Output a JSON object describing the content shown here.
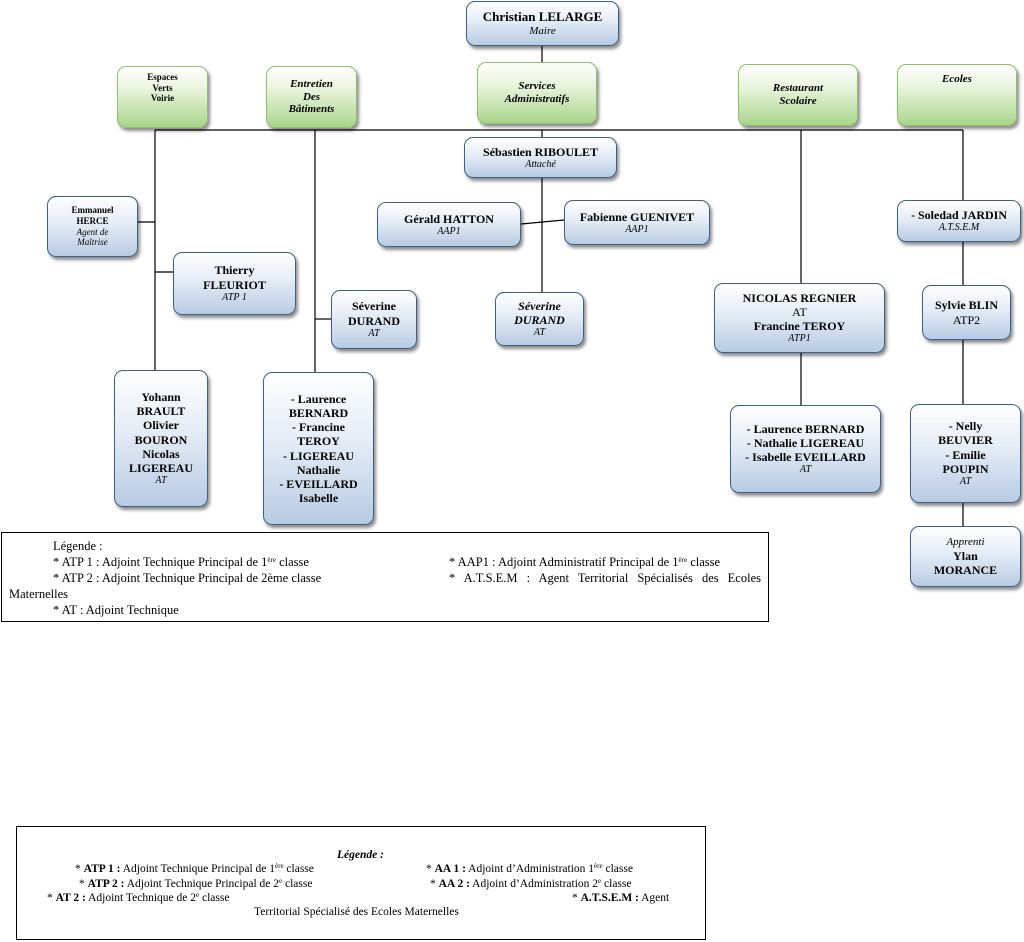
{
  "mayor": {
    "name": "Christian LELARGE",
    "title": "Maire"
  },
  "services": [
    {
      "label": "Espaces\nVerts\nVoirie"
    },
    {
      "label": "Entretien\nDes\nBâtiments"
    },
    {
      "label": "Services\nAdministratifs"
    },
    {
      "label": "Restaurant\nScolaire"
    },
    {
      "label": "Ecoles"
    }
  ],
  "admin_chief": {
    "name": "Sébastien RIBOULET",
    "title": "Attaché"
  },
  "admin_staff": [
    {
      "name": "Gérald HATTON",
      "title": "AAP1"
    },
    {
      "name": "Fabienne GUENIVET",
      "title": "AAP1"
    },
    {
      "name": "Séverine\nDURAND",
      "title": "AT"
    }
  ],
  "espaces": {
    "herce": {
      "name": "Emmanuel\nHERCE",
      "title": "Agent de\nMaîtrise"
    },
    "fleuriot": {
      "name": "Thierry\nFLEURIOT",
      "title": "ATP 1"
    },
    "team": {
      "name": "Yohann\nBRAULT\nOlivier\nBOURON\nNicolas\nLIGEREAU",
      "title": "AT"
    }
  },
  "batiments": {
    "durand": {
      "name": "Séverine\nDURAND",
      "title": "AT"
    },
    "team": {
      "name": "- Laurence\nBERNARD\n- Francine\nTEROY\n- LIGEREAU\nNathalie\n- EVEILLARD\nIsabelle"
    }
  },
  "restaurant": {
    "lead": {
      "name1": "NICOLAS REGNIER",
      "title1": "AT",
      "name2": "Francine TEROY",
      "title2": "ATP1"
    },
    "team": {
      "name": "- Laurence BERNARD\n- Nathalie LIGEREAU\n- Isabelle EVEILLARD",
      "title": "AT"
    }
  },
  "ecoles": {
    "jardin": {
      "name": "- Soledad JARDIN",
      "title": "A.T.S.E.M"
    },
    "blin": {
      "name": "Sylvie BLIN",
      "title": "ATP2"
    },
    "team": {
      "name": "- Nelly\nBEUVIER\n- Emilie\nPOUPIN",
      "title": "AT"
    },
    "apprenti": {
      "title": "Apprenti",
      "name": "Ylan\nMORANCE"
    }
  },
  "legend1": {
    "title": "Légende :",
    "atp1_a": "* ATP 1 : Adjoint Technique Principal de 1",
    "atp1_sup": "ère",
    "atp1_b": " classe",
    "atp2": "* ATP 2 : Adjoint Technique Principal de 2ème classe",
    "atp2_wrap": "Maternelles",
    "at": "* AT : Adjoint Technique",
    "aap1_a": "* AAP1 : Adjoint Administratif Principal de 1",
    "aap1_sup": "ère",
    "aap1_b": " classe",
    "atsem": "* A.T.S.E.M : Agent Territorial Spécialisés des Ecoles"
  },
  "legend2": {
    "title": "Légende :",
    "atp1_k": "ATP 1 :",
    "atp1_a": " Adjoint Technique Principal de 1",
    "atp1_sup": "ère",
    "atp1_b": " classe",
    "atp2_k": "ATP 2 :",
    "atp2_a": " Adjoint Technique Principal de 2",
    "atp2_sup": "e",
    "atp2_b": " classe",
    "at2_k": "AT 2 :",
    "at2_a": " Adjoint Technique de 2",
    "at2_sup": "e",
    "at2_b": " classe",
    "aa1_k": "AA 1 :",
    "aa1_a": " Adjoint d’Administration 1",
    "aa1_sup": "ère",
    "aa1_b": " classe",
    "aa2_k": "AA 2 :",
    "aa2_a": " Adjoint d’Administration 2",
    "aa2_sup": "e",
    "aa2_b": " classe",
    "atsem_k": "A.T.S.E.M :",
    "atsem_a": " Agent",
    "atsem_wrap": "Territorial Spécialisé des Ecoles Maternelles"
  }
}
